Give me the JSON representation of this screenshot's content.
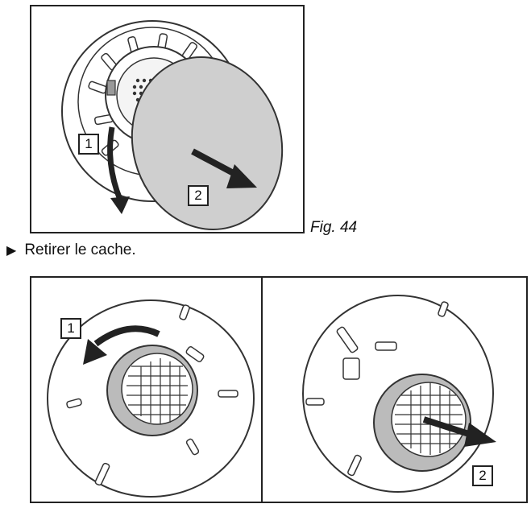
{
  "figure1": {
    "step_labels": [
      "1",
      "2"
    ],
    "cover_color": "#cfcfcf",
    "caption": "Fig. 44"
  },
  "instruction": {
    "bullet_icon": "play-triangle-icon",
    "text": "Retirer le cache."
  },
  "figure2": {
    "left_panel": {
      "step_label": "1"
    },
    "right_panel": {
      "step_label": "2"
    }
  }
}
